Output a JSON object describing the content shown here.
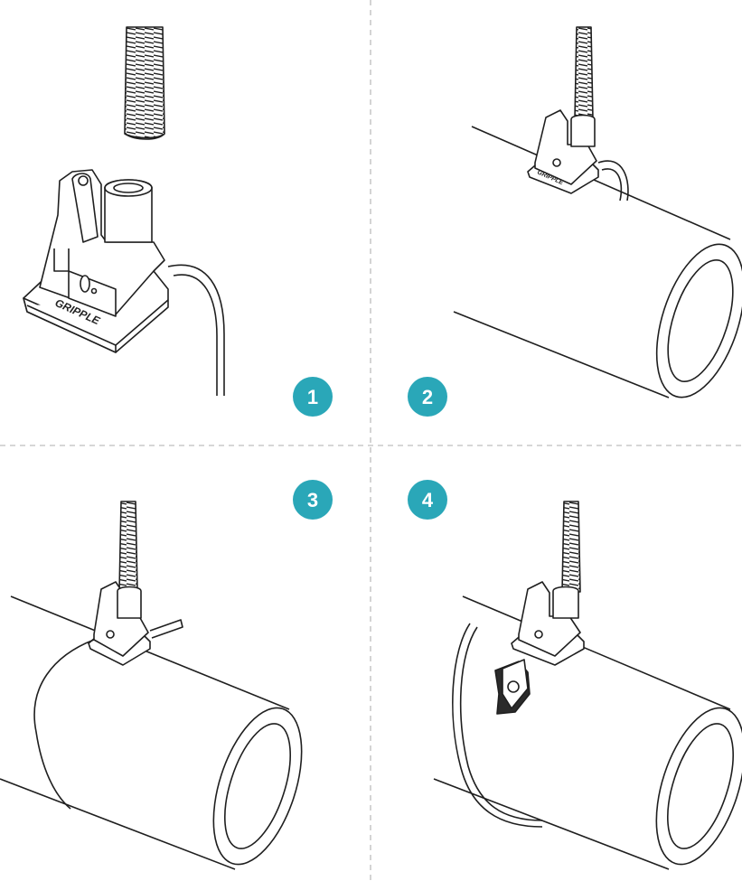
{
  "brand": {
    "name": "GRIPPLE",
    "accent_color": "#2aa7b8",
    "line_color": "#1f1f1f",
    "divider_color": "#bdbdbd"
  },
  "steps": [
    {
      "number": "1",
      "icon": "gripple-bracket-with-threaded-rod-icon"
    },
    {
      "number": "2",
      "icon": "bracket-mounted-on-pipe-icon"
    },
    {
      "number": "3",
      "icon": "cable-wrapped-around-pipe-icon"
    },
    {
      "number": "4",
      "icon": "cable-tensioned-with-key-icon"
    }
  ]
}
